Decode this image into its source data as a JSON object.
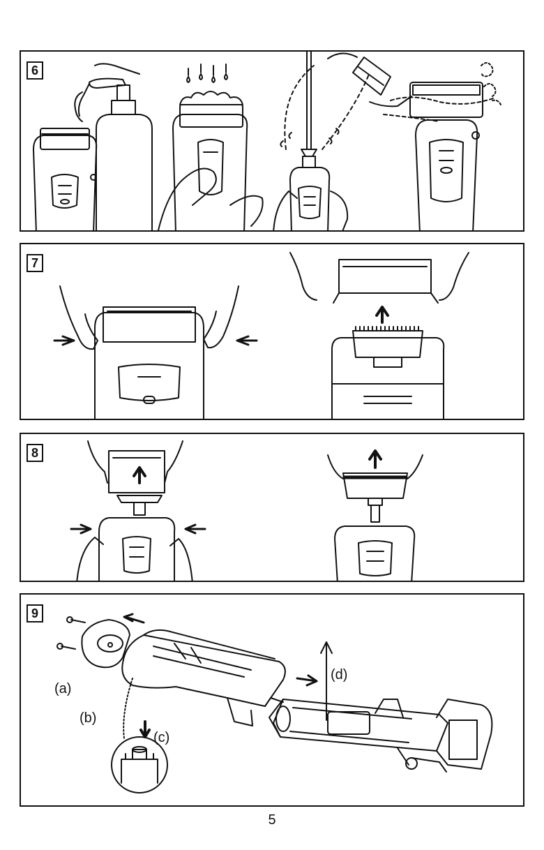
{
  "steps": [
    {
      "number": "6"
    },
    {
      "number": "7"
    },
    {
      "number": "8"
    },
    {
      "number": "9",
      "labels": {
        "a": "(a)",
        "b": "(b)",
        "c": "(c)",
        "d": "(d)"
      }
    }
  ],
  "page_number": "5"
}
